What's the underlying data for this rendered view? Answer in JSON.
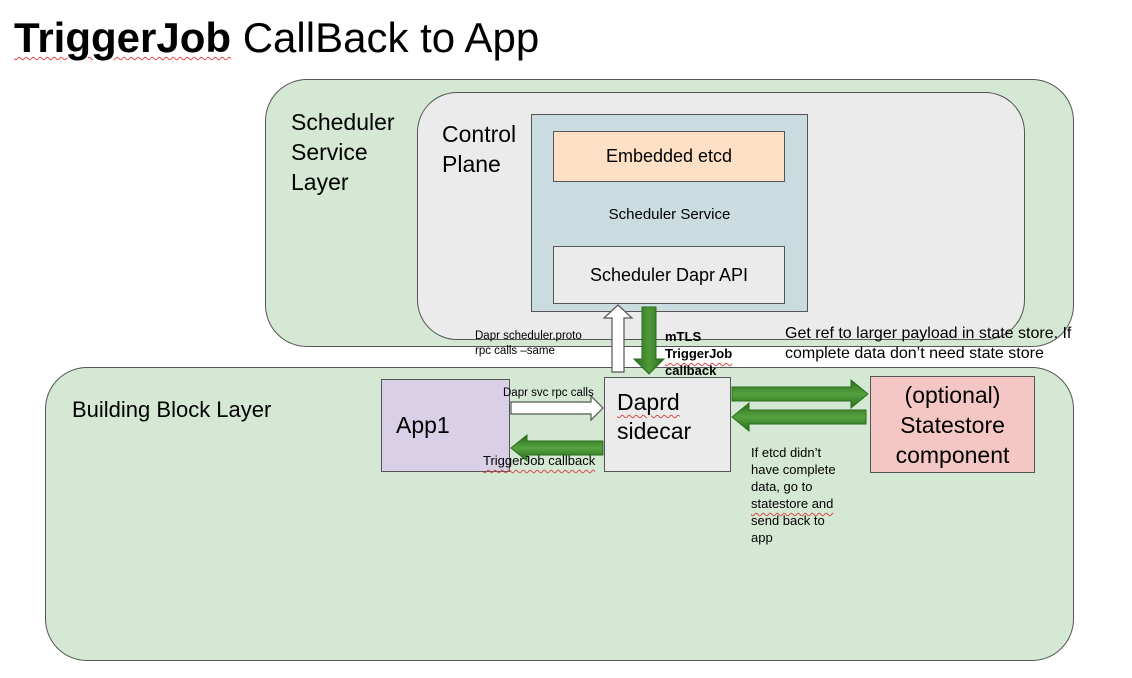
{
  "title": {
    "bold": "TriggerJob",
    "rest": "CallBack to App"
  },
  "scheduler_layer": {
    "label_line1": "Scheduler",
    "label_line2": "Service",
    "label_line3": "Layer"
  },
  "control_plane": {
    "label_line1": "Control",
    "label_line2": "Plane"
  },
  "scheduler_service": {
    "label": "Scheduler Service",
    "etcd_label": "Embedded etcd",
    "api_label": "Scheduler Dapr API"
  },
  "building_block_layer": {
    "label": "Building Block Layer"
  },
  "app1": {
    "label": "App1"
  },
  "daprd": {
    "label_line1": "Daprd",
    "label_line2": "sidecar"
  },
  "statestore": {
    "label_line1": "(optional)",
    "label_line2": "Statestore",
    "label_line3": "component"
  },
  "annotations": {
    "proto_line1": "Dapr scheduler.proto",
    "proto_line2": "rpc calls –same",
    "mtls_line1": "mTLS",
    "mtls_line2": "TriggerJob",
    "mtls_line3": "callback",
    "svc_rpc": "Dapr svc rpc calls",
    "trigger_cb": "TriggerJob callback",
    "payload_line1": "Get ref to larger payload in state store. If",
    "payload_line2": "complete data don’t need state store",
    "etcd_line1": "If etcd didn’t",
    "etcd_line2": "have complete",
    "etcd_line3": "data, go to",
    "etcd_line4": "statestore and",
    "etcd_line5": "send back to",
    "etcd_line6": "app"
  },
  "colors": {
    "layer_green": "#d5e8d4",
    "control_plane_gray": "#ebebeb",
    "service_blue": "#cbdce0",
    "etcd_peach": "#fde0c5",
    "api_gray": "#ebebeb",
    "app_purple": "#d9d0e8",
    "statestore_pink": "#f4c7c5",
    "arrow_green": "#2e7d1f"
  }
}
